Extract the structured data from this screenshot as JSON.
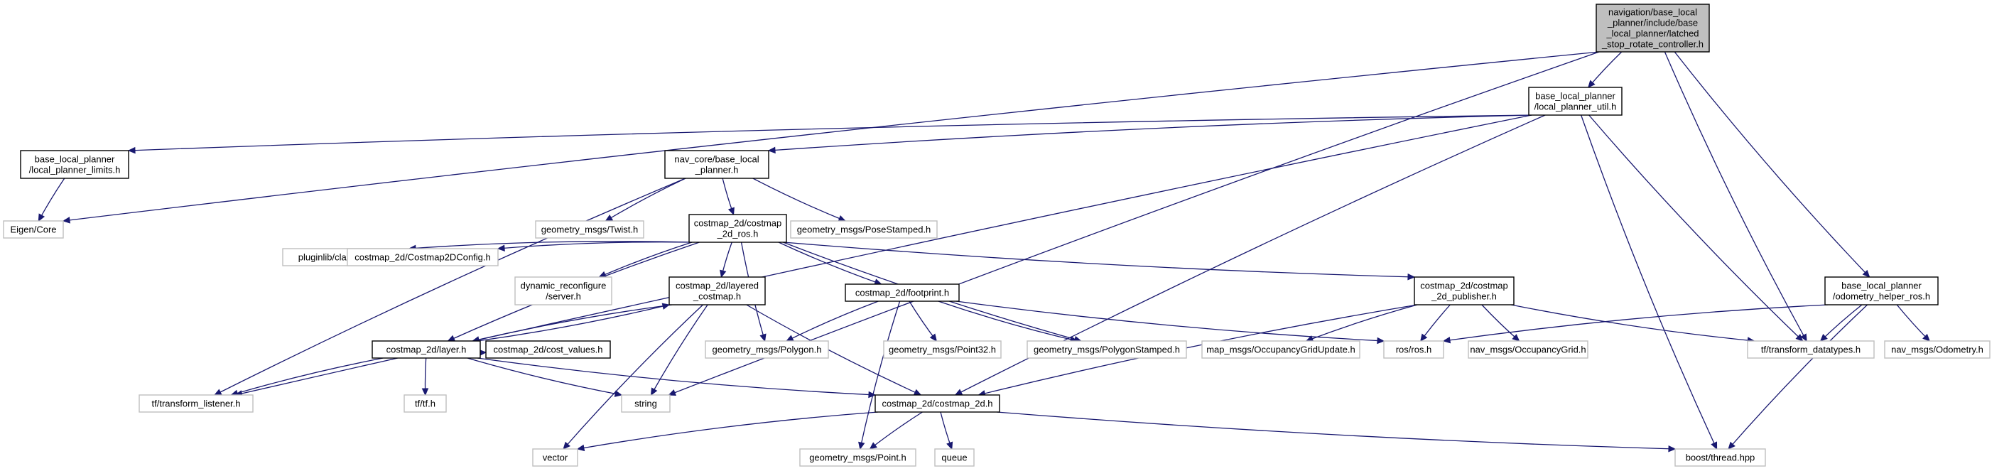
{
  "diagram": {
    "title": "",
    "colors": {
      "edge": "#191970",
      "root_fill": "#bfbfbf",
      "root_border": "#000000",
      "documented_border": "#000000",
      "external_border": "#bfbfbf",
      "text": "#000000",
      "background": "#ffffff"
    },
    "nodes": [
      {
        "id": "root",
        "lines": [
          "navigation/base_local",
          "_planner/include/base",
          "_local_planner/latched",
          "_stop_rotate_controller.h"
        ],
        "kind": "root"
      },
      {
        "id": "util",
        "lines": [
          "base_local_planner",
          "/local_planner_util.h"
        ],
        "kind": "documented"
      },
      {
        "id": "limits",
        "lines": [
          "base_local_planner",
          "/local_planner_limits.h"
        ],
        "kind": "documented"
      },
      {
        "id": "eigen",
        "lines": [
          "Eigen/Core"
        ],
        "kind": "external"
      },
      {
        "id": "navcore",
        "lines": [
          "nav_core/base_local",
          "_planner.h"
        ],
        "kind": "documented"
      },
      {
        "id": "twist",
        "lines": [
          "geometry_msgs/Twist.h"
        ],
        "kind": "external"
      },
      {
        "id": "posestamped",
        "lines": [
          "geometry_msgs/PoseStamped.h"
        ],
        "kind": "external"
      },
      {
        "id": "ros2d",
        "lines": [
          "costmap_2d/costmap",
          "_2d_ros.h"
        ],
        "kind": "documented"
      },
      {
        "id": "classloader",
        "lines": [
          "pluginlib/class_loader.h"
        ],
        "kind": "external"
      },
      {
        "id": "cm2dconfig",
        "lines": [
          "costmap_2d/Costmap2DConfig.h"
        ],
        "kind": "external"
      },
      {
        "id": "dynreconf",
        "lines": [
          "dynamic_reconfigure",
          "/server.h"
        ],
        "kind": "external"
      },
      {
        "id": "layered",
        "lines": [
          "costmap_2d/layered",
          "_costmap.h"
        ],
        "kind": "documented"
      },
      {
        "id": "footprint",
        "lines": [
          "costmap_2d/footprint.h"
        ],
        "kind": "documented"
      },
      {
        "id": "publisher",
        "lines": [
          "costmap_2d/costmap",
          "_2d_publisher.h"
        ],
        "kind": "documented"
      },
      {
        "id": "odomhelper",
        "lines": [
          "base_local_planner",
          "/odometry_helper_ros.h"
        ],
        "kind": "documented"
      },
      {
        "id": "layer",
        "lines": [
          "costmap_2d/layer.h"
        ],
        "kind": "documented"
      },
      {
        "id": "costvalues",
        "lines": [
          "costmap_2d/cost_values.h"
        ],
        "kind": "documented"
      },
      {
        "id": "polygon",
        "lines": [
          "geometry_msgs/Polygon.h"
        ],
        "kind": "external"
      },
      {
        "id": "point32",
        "lines": [
          "geometry_msgs/Point32.h"
        ],
        "kind": "external"
      },
      {
        "id": "polystamped",
        "lines": [
          "geometry_msgs/PolygonStamped.h"
        ],
        "kind": "external"
      },
      {
        "id": "occgridupd",
        "lines": [
          "map_msgs/OccupancyGridUpdate.h"
        ],
        "kind": "external"
      },
      {
        "id": "rosh",
        "lines": [
          "ros/ros.h"
        ],
        "kind": "external"
      },
      {
        "id": "occgrid",
        "lines": [
          "nav_msgs/OccupancyGrid.h"
        ],
        "kind": "external"
      },
      {
        "id": "tfdatatypes",
        "lines": [
          "tf/transform_datatypes.h"
        ],
        "kind": "external"
      },
      {
        "id": "odometry",
        "lines": [
          "nav_msgs/Odometry.h"
        ],
        "kind": "external"
      },
      {
        "id": "tflistener",
        "lines": [
          "tf/transform_listener.h"
        ],
        "kind": "external"
      },
      {
        "id": "tfh",
        "lines": [
          "tf/tf.h"
        ],
        "kind": "external"
      },
      {
        "id": "string",
        "lines": [
          "string"
        ],
        "kind": "external"
      },
      {
        "id": "cm2d",
        "lines": [
          "costmap_2d/costmap_2d.h"
        ],
        "kind": "documented"
      },
      {
        "id": "vector",
        "lines": [
          "vector"
        ],
        "kind": "external"
      },
      {
        "id": "point",
        "lines": [
          "geometry_msgs/Point.h"
        ],
        "kind": "external"
      },
      {
        "id": "queue",
        "lines": [
          "queue"
        ],
        "kind": "external"
      },
      {
        "id": "boostthread",
        "lines": [
          "boost/thread.hpp"
        ],
        "kind": "external"
      }
    ],
    "edges": [
      [
        "root",
        "util"
      ],
      [
        "root",
        "eigen"
      ],
      [
        "root",
        "tfdatatypes"
      ],
      [
        "root",
        "odomhelper"
      ],
      [
        "root",
        "string"
      ],
      [
        "util",
        "limits"
      ],
      [
        "util",
        "navcore"
      ],
      [
        "util",
        "tflistener"
      ],
      [
        "util",
        "tfdatatypes"
      ],
      [
        "util",
        "boostthread"
      ],
      [
        "util",
        "cm2d"
      ],
      [
        "limits",
        "eigen"
      ],
      [
        "navcore",
        "twist"
      ],
      [
        "navcore",
        "posestamped"
      ],
      [
        "navcore",
        "ros2d"
      ],
      [
        "navcore",
        "tflistener"
      ],
      [
        "ros2d",
        "classloader"
      ],
      [
        "ros2d",
        "cm2dconfig"
      ],
      [
        "ros2d",
        "dynreconf"
      ],
      [
        "ros2d",
        "layered"
      ],
      [
        "ros2d",
        "footprint"
      ],
      [
        "ros2d",
        "publisher"
      ],
      [
        "ros2d",
        "layer"
      ],
      [
        "ros2d",
        "polygon"
      ],
      [
        "ros2d",
        "polystamped"
      ],
      [
        "layered",
        "layer"
      ],
      [
        "layered",
        "cm2d"
      ],
      [
        "layered",
        "vector"
      ],
      [
        "layered",
        "string"
      ],
      [
        "layer",
        "layered"
      ],
      [
        "layer",
        "tflistener"
      ],
      [
        "layer",
        "tfh"
      ],
      [
        "layer",
        "string"
      ],
      [
        "layer",
        "cm2d"
      ],
      [
        "layer",
        "costvalues"
      ],
      [
        "footprint",
        "polygon"
      ],
      [
        "footprint",
        "point32"
      ],
      [
        "footprint",
        "polystamped"
      ],
      [
        "footprint",
        "rosh"
      ],
      [
        "footprint",
        "point"
      ],
      [
        "publisher",
        "occgridupd"
      ],
      [
        "publisher",
        "rosh"
      ],
      [
        "publisher",
        "occgrid"
      ],
      [
        "publisher",
        "tfdatatypes"
      ],
      [
        "publisher",
        "cm2d"
      ],
      [
        "odomhelper",
        "rosh"
      ],
      [
        "odomhelper",
        "tfdatatypes"
      ],
      [
        "odomhelper",
        "odometry"
      ],
      [
        "odomhelper",
        "boostthread"
      ],
      [
        "cm2d",
        "vector"
      ],
      [
        "cm2d",
        "point"
      ],
      [
        "cm2d",
        "queue"
      ],
      [
        "cm2d",
        "boostthread"
      ]
    ]
  }
}
